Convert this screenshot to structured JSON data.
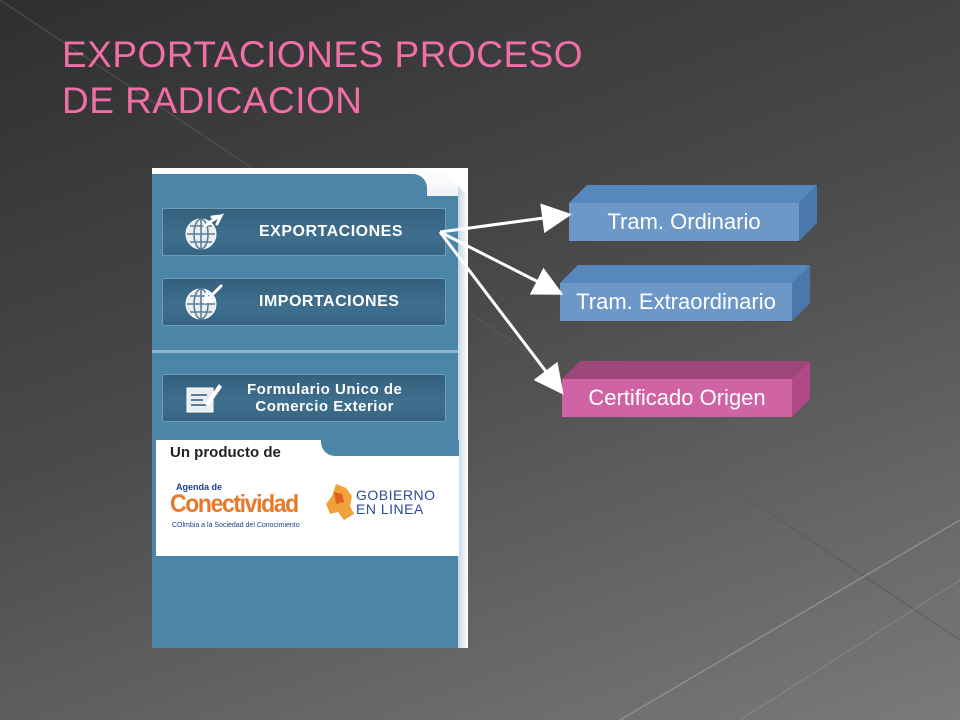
{
  "title": {
    "line1": "EXPORTACIONES PROCESO",
    "line2": "DE RADICACION"
  },
  "panel": {
    "items": [
      {
        "label": "EXPORTACIONES",
        "icon": "globe-arrow-out-icon"
      },
      {
        "label": "IMPORTACIONES",
        "icon": "globe-arrow-in-icon"
      }
    ],
    "form": {
      "line1": "Formulario Unico de",
      "line2": "Comercio Exterior",
      "icon": "form-pen-icon"
    },
    "product": {
      "heading": "Un producto de",
      "agenda_small": "Agenda de",
      "agenda_big": "Conectividad",
      "agenda_tag": "COlmbia a la Sociedad del Conocimiento",
      "gel_line1": "GOBIERNO",
      "gel_line2": "EN LINEA"
    }
  },
  "boxes": [
    {
      "label": "Tram. Ordinario",
      "color": "#6c97c6"
    },
    {
      "label": "Tram. Extraordinario",
      "color": "#6c97c6"
    },
    {
      "label": "Certificado Origen",
      "color": "#d063a3"
    }
  ],
  "colors": {
    "title": "#f06fa6",
    "panel": "#4b86a8",
    "box_blue": "#6c97c6",
    "box_pink": "#d063a3"
  }
}
